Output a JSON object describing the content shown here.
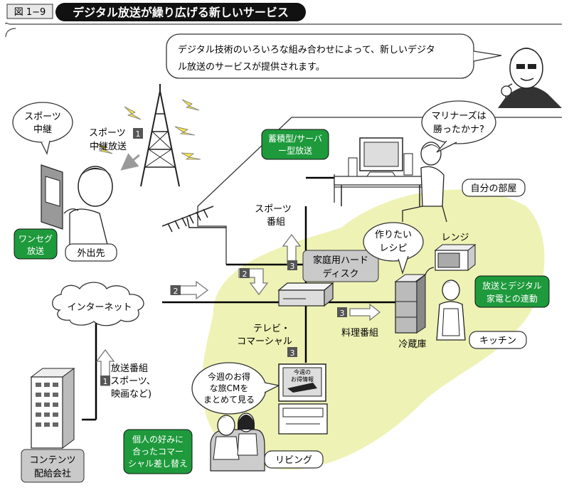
{
  "figure": {
    "number": "図 1−9",
    "title": "デジタル放送が繰り広げる新しいサービス"
  },
  "narrator": {
    "speech_line1": "デジタル技術のいろいろな組み合わせによって、新しいデジタ",
    "speech_line2": "ル放送のサービスが提供されます。"
  },
  "outside": {
    "phone_bubble_line1": "スポーツ",
    "phone_bubble_line2": "中継",
    "relay_label_prefix": "スポーツ",
    "relay_label_num": "1",
    "relay_label_line2": "中継放送",
    "oneseg_line1": "ワンセグ",
    "oneseg_line2": "放送",
    "place": "外出先"
  },
  "room": {
    "storage_line1": "蓄積型/サーバ",
    "storage_line2": "ー型放送",
    "bubble_line1": "マリナーズは",
    "bubble_line2": "勝ったかナ?",
    "place": "自分の部屋"
  },
  "network": {
    "internet": "インターネット",
    "sports_line1": "スポーツ",
    "sports_line2": "番組",
    "hdd_line1": "家庭用ハード",
    "hdd_line2": "ディスク",
    "arrow_num_2": "2",
    "arrow_num_3": "3",
    "tvcm_line1": "テレビ・",
    "tvcm_line2": "コマーシャル",
    "cooking": "料理番組"
  },
  "content": {
    "broadcast_line1": "放送番組",
    "broadcast_line2": "(スポーツ、",
    "broadcast_line3": "映画など)",
    "num": "1",
    "company_line1": "コンテンツ",
    "company_line2": "配給会社"
  },
  "kitchen": {
    "recipe_line1": "作りたい",
    "recipe_line2": "レシピ",
    "microwave": "レンジ",
    "fridge": "冷蔵庫",
    "linkage_line1": "放送とデジタル",
    "linkage_line2": "家電との連動",
    "place": "キッチン"
  },
  "living": {
    "tv_screen_line1": "今週の",
    "tv_screen_line2": "お得情報",
    "bubble_line1": "今週のお得",
    "bubble_line2": "な旅CMを",
    "bubble_line3": "まとめて見る",
    "cm_line1": "個人の好みに",
    "cm_line2": "合ったコマー",
    "cm_line3": "シャル差し替え",
    "place": "リビング"
  },
  "colors": {
    "green_badge": "#1e9a3c",
    "yellow_blob": "#eef2b4",
    "grey_label": "#c9c9c9",
    "arrow_grey": "#bdbdbd"
  }
}
